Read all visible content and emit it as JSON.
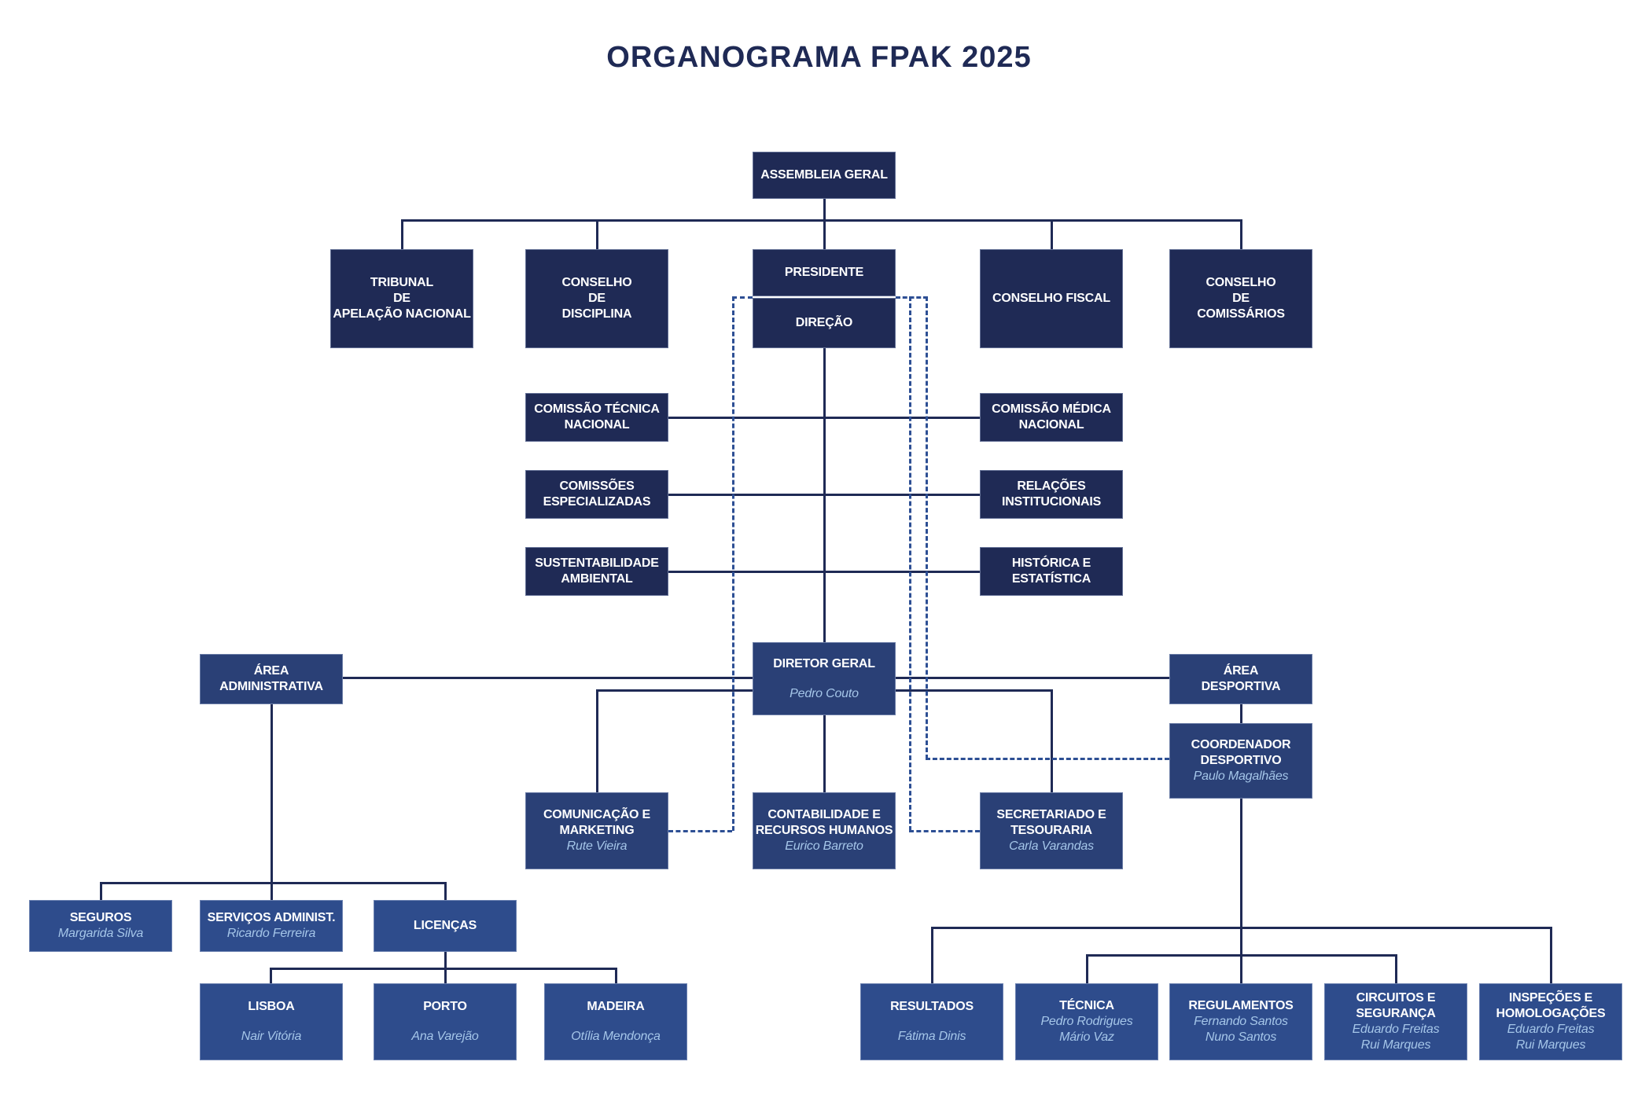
{
  "title": "ORGANOGRAMA FPAK 2025",
  "colors": {
    "bg": "#ffffff",
    "box_dark": "#1f2a55",
    "box_mid": "#2a4076",
    "box_light": "#2e4c8c",
    "label_text": "#ffffff",
    "person_text": "#a5c6e9",
    "line_solid": "#1f2a55",
    "line_dashed": "#2d4f94",
    "title_color": "#1f2a55"
  },
  "nodes": {
    "assembleia": {
      "label": [
        "ASSEMBLEIA GERAL"
      ],
      "person": []
    },
    "tribunal": {
      "label": [
        "TRIBUNAL",
        "DE",
        "APELAÇÃO NACIONAL"
      ],
      "person": []
    },
    "disciplina": {
      "label": [
        "CONSELHO",
        "DE",
        "DISCIPLINA"
      ],
      "person": []
    },
    "presidente": {
      "label": [
        "PRESIDENTE"
      ],
      "person": []
    },
    "direcao": {
      "label": [
        "DIREÇÃO"
      ],
      "person": []
    },
    "fiscal": {
      "label": [
        "CONSELHO FISCAL"
      ],
      "person": []
    },
    "comissarios": {
      "label": [
        "CONSELHO",
        "DE",
        "COMISSÁRIOS"
      ],
      "person": []
    },
    "comissao_tecnica": {
      "label": [
        "COMISSÃO TÉCNICA",
        "NACIONAL"
      ],
      "person": []
    },
    "comissoes_especializadas": {
      "label": [
        "COMISSÕES",
        "ESPECIALIZADAS"
      ],
      "person": []
    },
    "sustentabilidade": {
      "label": [
        "SUSTENTABILIDADE",
        "AMBIENTAL"
      ],
      "person": []
    },
    "comissao_medica": {
      "label": [
        "COMISSÃO MÉDICA",
        "NACIONAL"
      ],
      "person": []
    },
    "relacoes": {
      "label": [
        "RELAÇÕES",
        "INSTITUCIONAIS"
      ],
      "person": []
    },
    "historica": {
      "label": [
        "HISTÓRICA E",
        "ESTATÍSTICA"
      ],
      "person": []
    },
    "area_administrativa": {
      "label": [
        "ÁREA",
        "ADMINISTRATIVA"
      ],
      "person": []
    },
    "diretor_geral": {
      "label": [
        "DIRETOR GERAL"
      ],
      "person": [
        "Pedro Couto"
      ]
    },
    "area_desportiva": {
      "label": [
        "ÁREA",
        "DESPORTIVA"
      ],
      "person": []
    },
    "coordenador": {
      "label": [
        "COORDENADOR",
        "DESPORTIVO"
      ],
      "person": [
        "Paulo Magalhães"
      ]
    },
    "comunicacao": {
      "label": [
        "COMUNICAÇÃO E",
        "MARKETING"
      ],
      "person": [
        "Rute Vieira"
      ]
    },
    "contabilidade": {
      "label": [
        "CONTABILIDADE E",
        "RECURSOS HUMANOS"
      ],
      "person": [
        "Eurico Barreto"
      ]
    },
    "secretariado": {
      "label": [
        "SECRETARIADO E",
        "TESOURARIA"
      ],
      "person": [
        "Carla Varandas"
      ]
    },
    "seguros": {
      "label": [
        "SEGUROS"
      ],
      "person": [
        "Margarida Silva"
      ]
    },
    "servicos": {
      "label": [
        "SERVIÇOS ADMINIST."
      ],
      "person": [
        "Ricardo Ferreira"
      ]
    },
    "licencas": {
      "label": [
        "LICENÇAS"
      ],
      "person": []
    },
    "lisboa": {
      "label": [
        "LISBOA"
      ],
      "person": [
        "Nair Vitória"
      ]
    },
    "porto": {
      "label": [
        "PORTO"
      ],
      "person": [
        "Ana Varejão"
      ]
    },
    "madeira": {
      "label": [
        "MADEIRA"
      ],
      "person": [
        "Otília Mendonça"
      ]
    },
    "resultados": {
      "label": [
        "RESULTADOS"
      ],
      "person": [
        "Fátima Dinis"
      ]
    },
    "tecnica": {
      "label": [
        "TÉCNICA"
      ],
      "person": [
        "Pedro Rodrigues",
        "Mário Vaz"
      ]
    },
    "regulamentos": {
      "label": [
        "REGULAMENTOS"
      ],
      "person": [
        "Fernando Santos",
        "Nuno Santos"
      ]
    },
    "circuitos": {
      "label": [
        "CIRCUITOS E",
        "SEGURANÇA"
      ],
      "person": [
        "Eduardo Freitas",
        "Rui Marques"
      ]
    },
    "inspecoes": {
      "label": [
        "INSPEÇÕES E",
        "HOMOLOGAÇÕES"
      ],
      "person": [
        "Eduardo Freitas",
        "Rui Marques"
      ]
    }
  }
}
